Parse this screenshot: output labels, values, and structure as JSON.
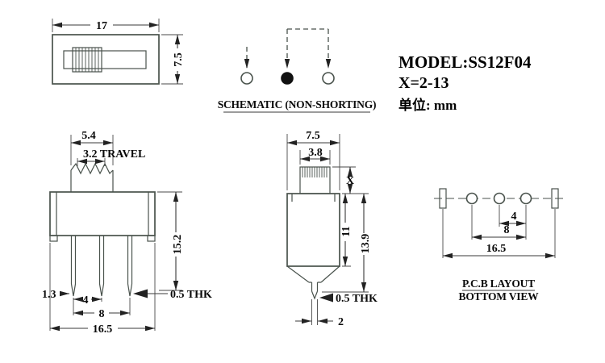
{
  "title_block": {
    "model": "MODEL:SS12F04",
    "x_range": "X=2-13",
    "unit_label": "单位: mm"
  },
  "schematic": {
    "caption": "SCHEMATIC (NON-SHORTING)"
  },
  "top_view": {
    "dim_width": "17",
    "dim_height": "7.5"
  },
  "front_view": {
    "dim_knob_width": "5.4",
    "dim_travel": "3.2 TRAVEL",
    "dim_height": "15.2",
    "dim_edge_offset": "1.3",
    "dim_pin_pitch": "4",
    "dim_pin_span": "8",
    "dim_total_width": "16.5",
    "dim_thickness": "0.5 THK"
  },
  "side_view": {
    "dim_total_depth": "7.5",
    "dim_knob_depth": "3.8",
    "dim_knob_height": "X",
    "dim_body_height": "11",
    "dim_total_height": "13.9",
    "dim_thickness": "0.5 THK",
    "dim_pin_width": "2"
  },
  "pcb_layout": {
    "dim_pitch": "4",
    "dim_span": "8",
    "dim_mount_span": "16.5",
    "caption_line1": "P.C.B LAYOUT",
    "caption_line2": "BOTTOM VIEW"
  }
}
